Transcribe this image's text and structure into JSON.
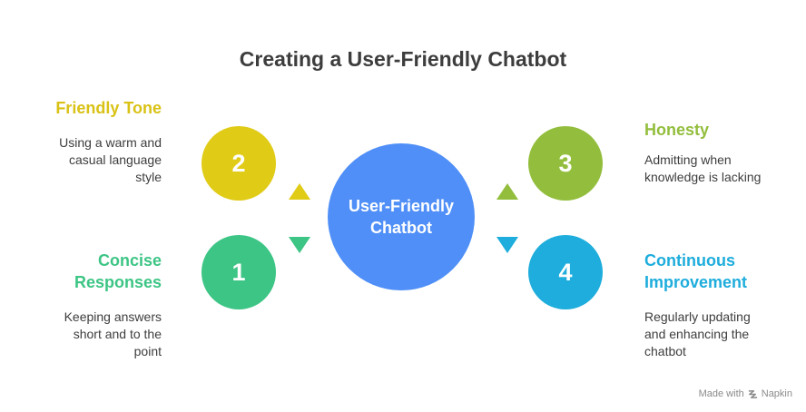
{
  "title": "Creating a User-Friendly Chatbot",
  "center": {
    "line1": "User-Friendly",
    "line2": "Chatbot",
    "color": "#4f8ff7"
  },
  "items": [
    {
      "number": "1",
      "heading_line1": "Concise",
      "heading_line2": "Responses",
      "desc_line1": "Keeping answers",
      "desc_line2": "short and to the",
      "desc_line3": "point",
      "color": "#3dc585"
    },
    {
      "number": "2",
      "heading": "Friendly Tone",
      "desc_line1": "Using a warm and",
      "desc_line2": "casual language",
      "desc_line3": "style",
      "color": "#e0cb16"
    },
    {
      "number": "3",
      "heading": "Honesty",
      "desc_line1": "Admitting when",
      "desc_line2": "knowledge is lacking",
      "color": "#93be3d"
    },
    {
      "number": "4",
      "heading_line1": "Continuous",
      "heading_line2": "Improvement",
      "desc_line1": "Regularly updating",
      "desc_line2": "and enhancing the",
      "desc_line3": "chatbot",
      "color": "#1eaddc"
    }
  ],
  "brand": {
    "prefix": "Made with",
    "name": "Napkin",
    "icon": "napkin-logo-icon"
  }
}
